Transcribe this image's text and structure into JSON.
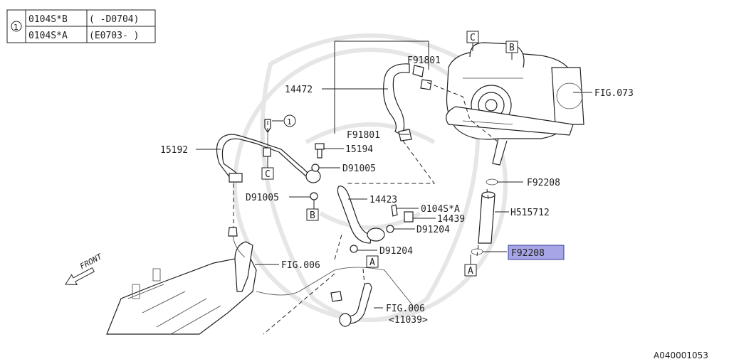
{
  "note_table": {
    "marker": "1",
    "rows": [
      {
        "part": "0104S*B",
        "range": "( -D0704)"
      },
      {
        "part": "0104S*A",
        "range": "(E0703- )"
      }
    ]
  },
  "callouts": {
    "p14472": "14472",
    "p15192": "15192",
    "p15194": "15194",
    "d91005_upper": "D91005",
    "d91005_lower": "D91005",
    "f91801_upper": "F91801",
    "f91801_lower": "F91801",
    "p14423": "14423",
    "p0104sa": "0104S*A",
    "p14439": "14439",
    "d91204_upper": "D91204",
    "d91204_lower": "D91204",
    "f92208_upper": "F92208",
    "f92208_highlight": "F92208",
    "h515712": "H515712",
    "fig073": "FIG.073",
    "fig006_upper": "FIG.006",
    "fig006_lower": "FIG.006",
    "fig006_sub": "<11039>",
    "circle_ref": "1"
  },
  "ref_boxes": {
    "c_top": "C",
    "b_top": "B",
    "c_left": "C",
    "b_left": "B",
    "a_right": "A",
    "a_center": "A"
  },
  "front_label": "FRONT",
  "diagram_id": "A040001053",
  "colors": {
    "highlight_fill": "#a6a6e6",
    "highlight_stroke": "#3a3a9a",
    "line": "#222222"
  }
}
